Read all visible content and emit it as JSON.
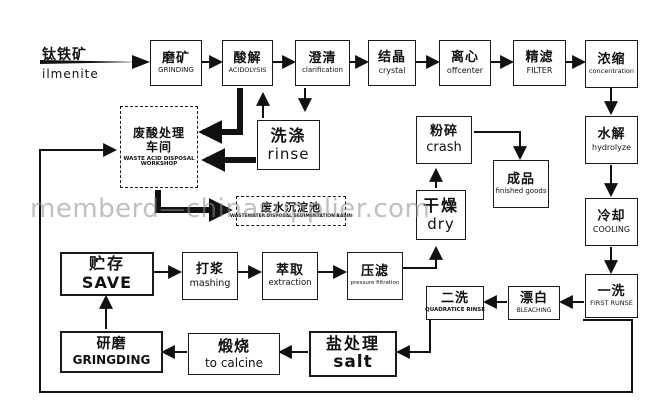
{
  "source": {
    "zh": "钛铁矿",
    "en": "ilmenite"
  },
  "nodes": {
    "grinding": {
      "zh": "磨矿",
      "en": "GRINDING"
    },
    "acidolysis": {
      "zh": "酸解",
      "en": "ACIDOLYSIS"
    },
    "clarification": {
      "zh": "澄清",
      "en": "clarification"
    },
    "crystal": {
      "zh": "结晶",
      "en": "crystal"
    },
    "offcenter": {
      "zh": "离心",
      "en": "offcenter"
    },
    "filter": {
      "zh": "精滤",
      "en": "FILTER"
    },
    "concentration": {
      "zh": "浓缩",
      "en": "concentration"
    },
    "waste_acid": {
      "zh": "废酸处理车间",
      "en": "WASTE ACID DISPOSAL WORKSHOP"
    },
    "rinse": {
      "zh": "洗涤",
      "en": "rinse"
    },
    "crash": {
      "zh": "粉碎",
      "en": "crash"
    },
    "hydrolyze": {
      "zh": "水解",
      "en": "hydrolyze"
    },
    "product": {
      "zh": "成品",
      "en": "finished goods"
    },
    "sedimentation": {
      "zh": "废水沉淀池",
      "en": "WASTEWATER DISPOSAL SEDIMENTATION BASIN"
    },
    "dry": {
      "zh": "干燥",
      "en": "dry"
    },
    "cooling": {
      "zh": "冷却",
      "en": "COOLING"
    },
    "save": {
      "zh": "贮存",
      "en": "SAVE"
    },
    "mashing": {
      "zh": "打浆",
      "en": "mashing"
    },
    "extraction": {
      "zh": "萃取",
      "en": "extraction"
    },
    "pressure_filtration": {
      "zh": "压滤",
      "en": "pressure filtration"
    },
    "second_rinse": {
      "zh": "二洗",
      "en": "QUADRATICE RINSE"
    },
    "bleaching": {
      "zh": "漂白",
      "en": "BLEACHING"
    },
    "first_rinse": {
      "zh": "一洗",
      "en": "FIRST RUNSE"
    },
    "gringding": {
      "zh": "研磨",
      "en": "GRINGDING"
    },
    "calcine": {
      "zh": "煅烧",
      "en": "to calcine"
    },
    "salt": {
      "zh": "盐处理",
      "en": "salt"
    }
  },
  "watermark": "memberd—chinasupplier.com"
}
